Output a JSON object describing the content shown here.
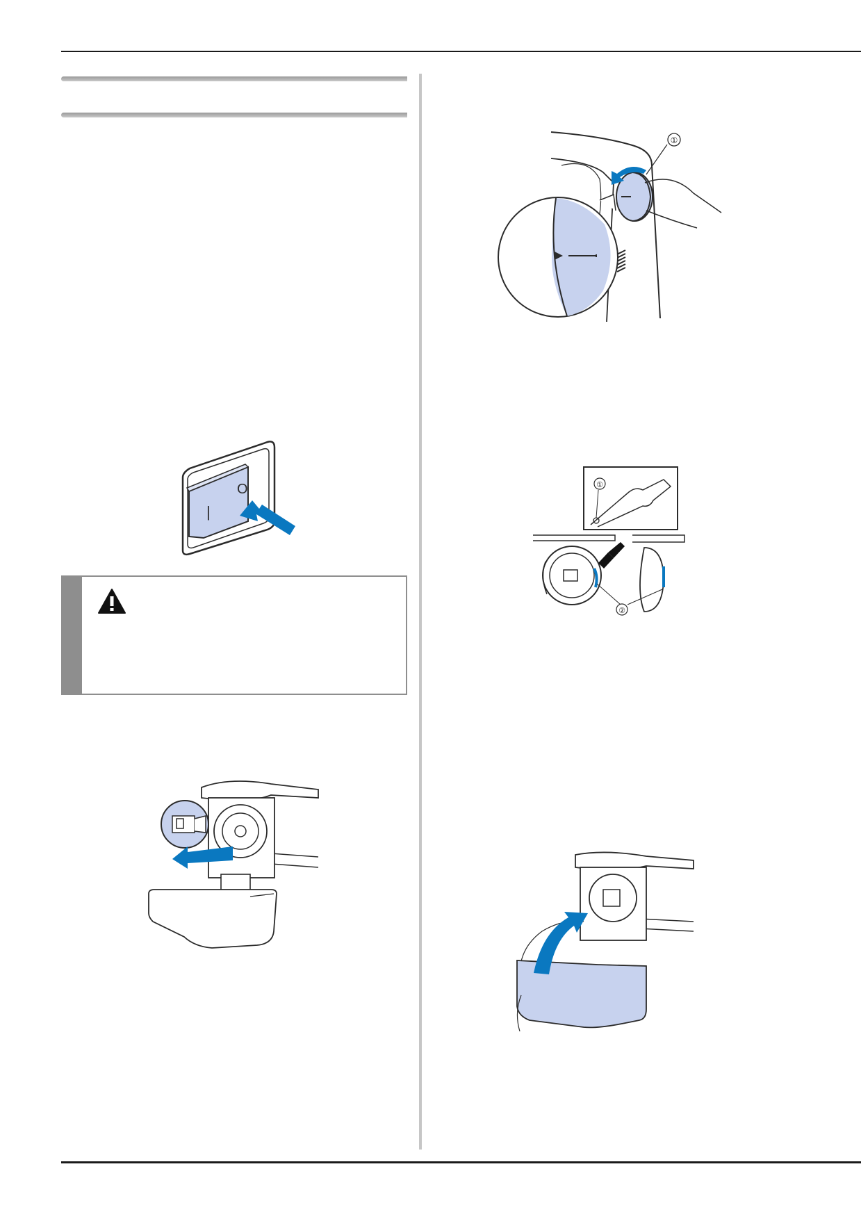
{
  "figures": {
    "handwheel": {
      "callout": "①",
      "accent": "#0a78c0",
      "tint": "#c7d2ee"
    },
    "oil_points": {
      "callout_1": "①",
      "callout_2": "②",
      "accent": "#0a78c0",
      "tint": "#c7d2ee"
    },
    "power_switch": {
      "on_mark": "|",
      "off_mark": "O",
      "accent": "#0a78c0",
      "tint": "#c7d2ee"
    },
    "warning": {
      "icon": "warning-triangle-icon",
      "stripe_color": "#8e8e8e"
    }
  }
}
